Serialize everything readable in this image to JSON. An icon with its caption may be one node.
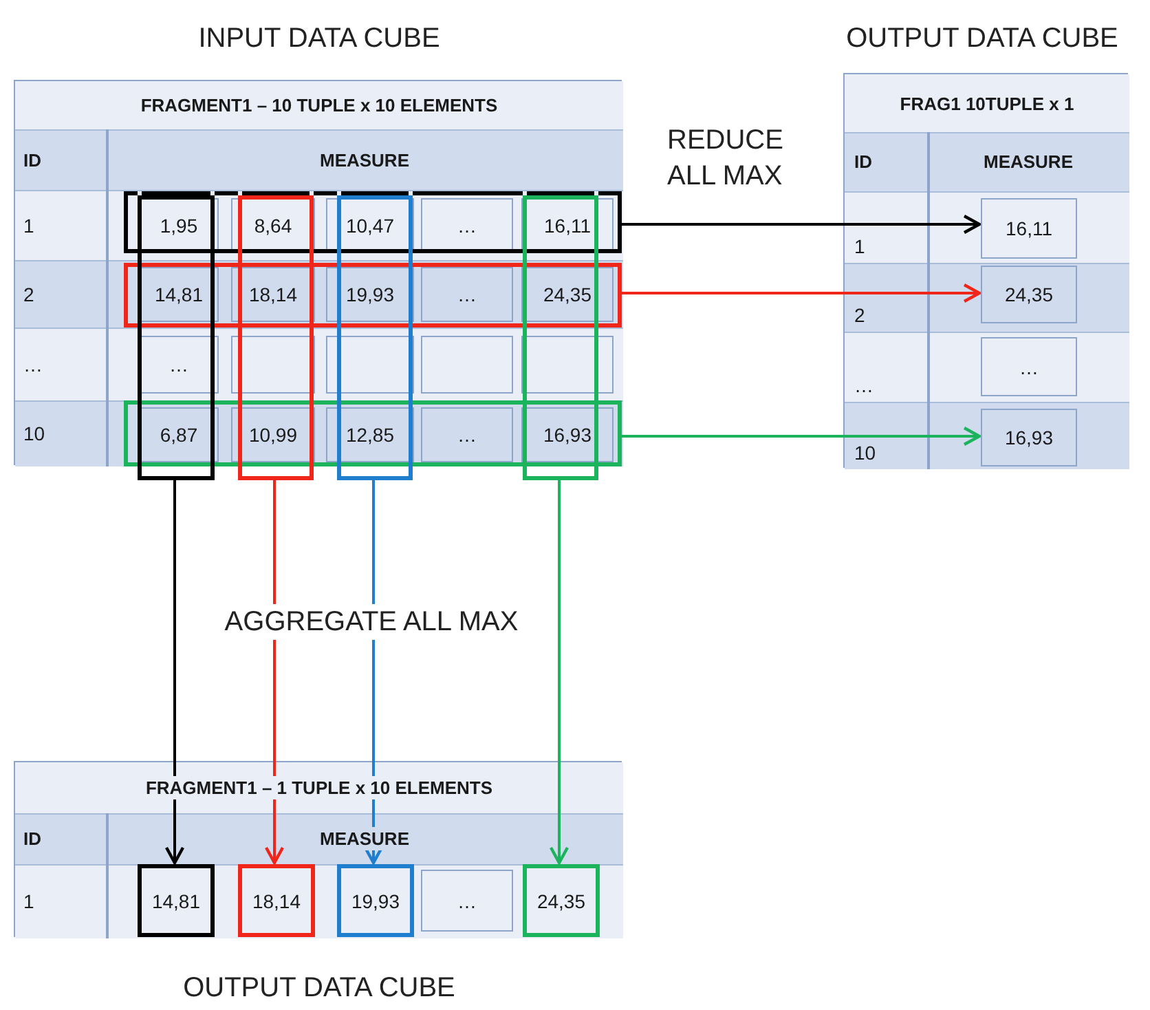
{
  "diagram": {
    "nodes": [
      {
        "text": [
          "INPUT DATA CUBE",
          "FRAGMENT1 – 10 TUPLE x 10 ELEMENTS"
        ]
      },
      {
        "text": [],
        "shape": "box",
        "in": 0
      },
      {
        "text": [],
        "shape": "box",
        "in": 0
      },
      {
        "text": [],
        "shape": "box",
        "in": 0
      },
      {
        "text": [],
        "shape": "box",
        "in": 0
      },
      {
        "text": [],
        "shape": "box",
        "in": 0
      },
      {
        "text": [],
        "shape": "box",
        "in": 0
      },
      {
        "text": [],
        "shape": "box",
        "in": 0
      },
      {
        "text": [
          "OUTPUT DATA CUBE",
          "FRAG1 10TUPLE x 1"
        ]
      },
      {
        "text": [
          "16,11"
        ],
        "in": 8
      },
      {
        "text": [
          "24,35"
        ],
        "in": 8
      },
      {
        "text": [
          "…"
        ],
        "in": 8
      },
      {
        "text": [
          "16,93"
        ],
        "in": 8
      },
      {
        "text": [
          "FRAGMENT1 – 1 TUPLE x 10 ELEMENTS",
          "OUTPUT DATA CUBE"
        ]
      },
      {
        "text": [
          "14,81"
        ],
        "in": 13
      },
      {
        "text": [
          "18,14"
        ],
        "in": 13
      },
      {
        "text": [
          "19,93"
        ],
        "in": 13
      },
      {
        "text": [
          "…"
        ],
        "in": 13
      },
      {
        "text": [
          "24,35"
        ],
        "in": 13
      }
    ],
    "edges": [
      {
        "from": 1,
        "to": 9,
        "arrow": "to"
      },
      {
        "from": 2,
        "to": 10,
        "arrow": "to",
        "color": "#f0261b"
      },
      {
        "from": 3,
        "to": 12,
        "arrow": "to",
        "color": "#1bb35c"
      },
      {
        "from": 4,
        "to": 14,
        "arrow": "to"
      },
      {
        "from": 5,
        "to": 15,
        "arrow": "to",
        "color": "#f0261b"
      },
      {
        "from": 6,
        "to": 16,
        "arrow": "to",
        "color": "#1f7fce"
      },
      {
        "from": 7,
        "to": 18,
        "arrow": "to",
        "color": "#1bb35c"
      }
    ],
    "labels": [
      "ID",
      "MEASURE",
      "1",
      "1,95",
      "8,64",
      "10,47",
      "…",
      "16,11",
      "2",
      "14,81",
      "18,14",
      "19,93",
      "…",
      "24,35",
      "…",
      "…",
      "10",
      "6,87",
      "10,99",
      "12,85",
      "…",
      "16,93",
      "REDUCE ALL MAX",
      "ID",
      "MEASURE",
      "1",
      "2",
      "…",
      "10",
      "AGGREGATE ALL MAX",
      "ID",
      "MEASURE",
      "1"
    ]
  }
}
